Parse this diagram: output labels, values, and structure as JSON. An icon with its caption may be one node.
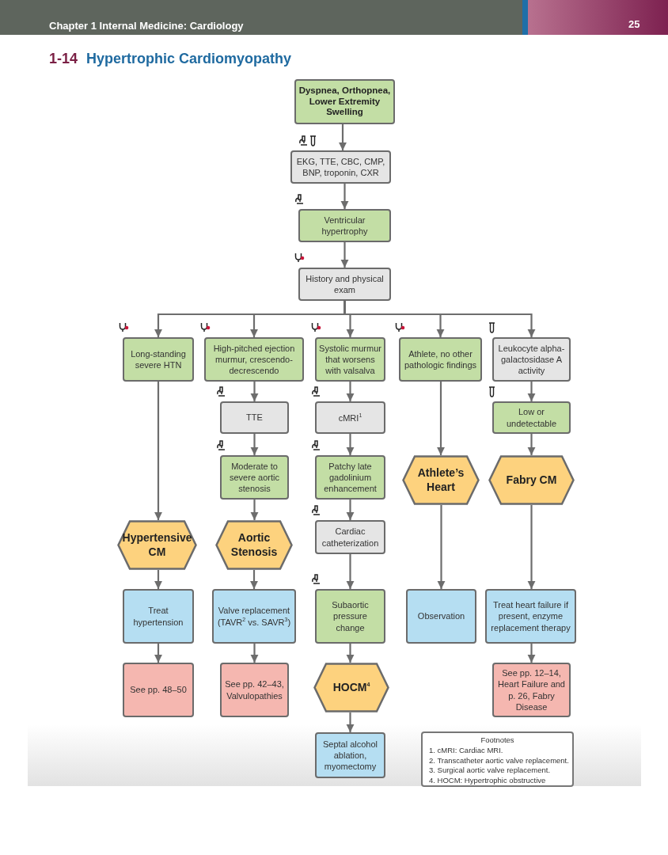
{
  "diagram": {
    "title": "Hypertrophic Cardiomyopathy",
    "nodes": [
      {
        "text": [
          "Dyspnea, Orthopnea, Lower Extremity Swelling"
        ]
      },
      {
        "text": [
          "EKG, TTE, CBC, CMP, BNP, troponin, CXR"
        ]
      },
      {
        "text": [
          "Ventricular hypertrophy"
        ]
      },
      {
        "text": [
          "History and physical exam"
        ]
      },
      {
        "text": [
          "Long-standing severe HTN"
        ]
      },
      {
        "text": [
          "High-pitched ejection murmur, crescendo-decrescendo"
        ]
      },
      {
        "text": [
          "Systolic murmur that worsens with valsalva"
        ]
      },
      {
        "text": [
          "Athlete, no other pathologic findings"
        ]
      },
      {
        "text": [
          "Leukocyte alpha-galactosidase A activity"
        ]
      },
      {
        "text": [
          "TTE"
        ]
      },
      {
        "text": [
          "cMRI$^{1}$"
        ]
      },
      {
        "text": [
          "Low or undetectable"
        ]
      },
      {
        "text": [
          "Moderate to severe aortic stenosis"
        ]
      },
      {
        "text": [
          "Patchy late gadolinium enhancement"
        ]
      },
      {
        "text": [
          "Athlete’s Heart"
        ]
      },
      {
        "text": [
          "Fabry CM"
        ]
      },
      {
        "text": [
          "Cardiac catheterization"
        ]
      },
      {
        "text": [
          "Hypertensive CM"
        ]
      },
      {
        "text": [
          "Aortic Stenosis"
        ]
      },
      {
        "text": [
          "Treat hypertension"
        ]
      },
      {
        "text": [
          "Valve replacement (TAVR$^{2}$ vs. SAVR$^{3}$)"
        ]
      },
      {
        "text": [
          "Subaortic pressure change"
        ]
      },
      {
        "text": [
          "Observation"
        ]
      },
      {
        "text": [
          "Treat heart failure if present, enzyme replacement therapy"
        ]
      },
      {
        "text": [
          "See pp. 48–50"
        ]
      },
      {
        "text": [
          "See pp. 42–43, Valvulopathies"
        ]
      },
      {
        "text": [
          "HOCM$^{4}$"
        ]
      },
      {
        "text": [
          "See pp. 12–14, Heart Failure and p. 26, Fabry Disease"
        ]
      },
      {
        "text": [
          "Septal alcohol ablation, myomectomy"
        ]
      },
      {
        "text": [
          "Footnotes",
          "1. cMRI: Cardiac MRI.",
          "2. Transcatheter aortic valve replacement.",
          "3. Surgical aortic valve replacement.",
          "4. HOCM: Hypertrophic obstructive"
        ]
      }
    ],
    "edges": [
      {
        "from": 0,
        "to": 1,
        "arrow": "to"
      },
      {
        "from": 1,
        "to": 2,
        "arrow": "to"
      },
      {
        "from": 2,
        "to": 3,
        "arrow": "to"
      },
      {
        "from": 3,
        "to": 4,
        "arrow": "to"
      },
      {
        "from": 3,
        "to": 5,
        "arrow": "to"
      },
      {
        "from": 3,
        "to": 6,
        "arrow": "to"
      },
      {
        "from": 3,
        "to": 7,
        "arrow": "to"
      },
      {
        "from": 3,
        "to": 8,
        "arrow": "to"
      },
      {
        "from": 4,
        "to": 17,
        "arrow": "to"
      },
      {
        "from": 17,
        "to": 19,
        "arrow": "to"
      },
      {
        "from": 19,
        "to": 24,
        "arrow": "to"
      },
      {
        "from": 5,
        "to": 9,
        "arrow": "to"
      },
      {
        "from": 9,
        "to": 12,
        "arrow": "to"
      },
      {
        "from": 12,
        "to": 18,
        "arrow": "to"
      },
      {
        "from": 18,
        "to": 20,
        "arrow": "to"
      },
      {
        "from": 20,
        "to": 25,
        "arrow": "to"
      },
      {
        "from": 6,
        "to": 10,
        "arrow": "to"
      },
      {
        "from": 10,
        "to": 13,
        "arrow": "to"
      },
      {
        "from": 13,
        "to": 16,
        "arrow": "to"
      },
      {
        "from": 16,
        "to": 21,
        "arrow": "to"
      },
      {
        "from": 21,
        "to": 26,
        "arrow": "to"
      },
      {
        "from": 26,
        "to": 28,
        "arrow": "to"
      },
      {
        "from": 7,
        "to": 14,
        "arrow": "to"
      },
      {
        "from": 14,
        "to": 22,
        "arrow": "to"
      },
      {
        "from": 8,
        "to": 11,
        "arrow": "to"
      },
      {
        "from": 11,
        "to": 15,
        "arrow": "to"
      },
      {
        "from": 15,
        "to": 23,
        "arrow": "to"
      },
      {
        "from": 23,
        "to": 27,
        "arrow": "to"
      }
    ],
    "labels": [
      "Chapter 1 Internal Medicine: Cardiology",
      "25",
      "1-14"
    ]
  }
}
